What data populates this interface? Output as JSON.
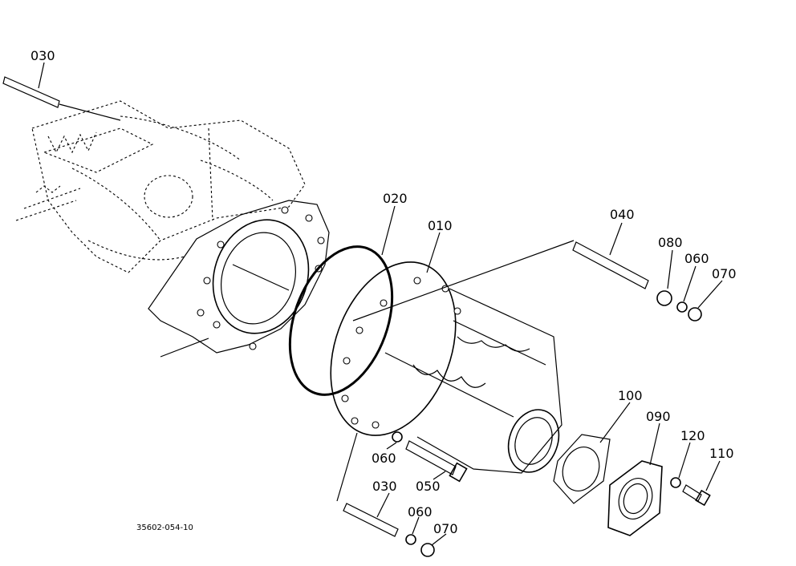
{
  "diagram": {
    "drawing_code": "35602-054-10",
    "callouts": [
      {
        "id": "c030a",
        "text": "030"
      },
      {
        "id": "c020",
        "text": "020"
      },
      {
        "id": "c010",
        "text": "010"
      },
      {
        "id": "c040",
        "text": "040"
      },
      {
        "id": "c080",
        "text": "080"
      },
      {
        "id": "c060a",
        "text": "060"
      },
      {
        "id": "c070a",
        "text": "070"
      },
      {
        "id": "c100",
        "text": "100"
      },
      {
        "id": "c090",
        "text": "090"
      },
      {
        "id": "c120",
        "text": "120"
      },
      {
        "id": "c110",
        "text": "110"
      },
      {
        "id": "c060b",
        "text": "060"
      },
      {
        "id": "c050",
        "text": "050"
      },
      {
        "id": "c030b",
        "text": "030"
      },
      {
        "id": "c060c",
        "text": "060"
      },
      {
        "id": "c070b",
        "text": "070"
      }
    ]
  }
}
